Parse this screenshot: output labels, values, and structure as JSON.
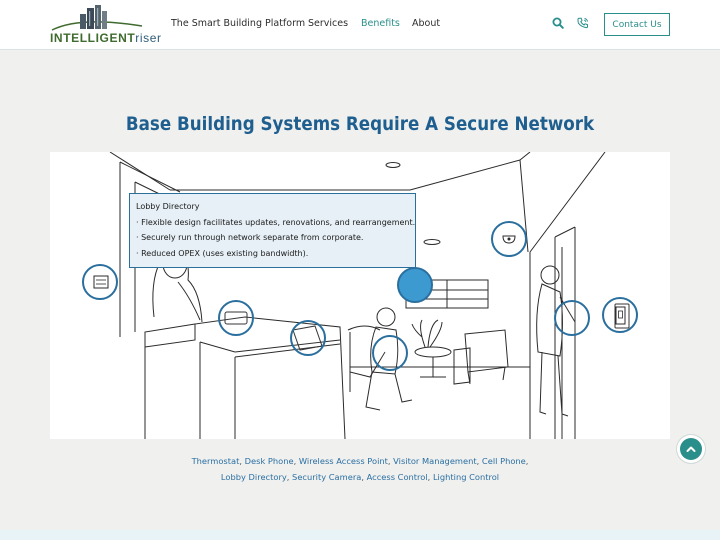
{
  "logo": {
    "part1": "INTELLIGENT",
    "part2": "riser"
  },
  "nav": {
    "items": [
      "The Smart Building Platform",
      "Services",
      "Benefits",
      "About"
    ],
    "active": "Benefits",
    "contact_label": "Contact Us"
  },
  "section": {
    "title": "Base Building Systems Require A Secure Network"
  },
  "popup": {
    "title": "Lobby Directory",
    "bullets": [
      "· Flexible design facilitates updates, renovations, and rearrangement.",
      "· Securely run through network separate from corporate.",
      "· Reduced OPEX (uses existing bandwidth)."
    ]
  },
  "links": {
    "line1": [
      "Thermostat",
      "Desk Phone",
      "Wireless Access Point",
      "Visitor Management",
      "Cell Phone"
    ],
    "line2": [
      "Lobby Directory",
      "Security Camera",
      "Access Control",
      "Lighting Control"
    ],
    "separator": ", ",
    "trailing": ","
  },
  "colors": {
    "teal": "#2a8f8b",
    "blue": "#1f5f8f",
    "link": "#2a6fa3"
  }
}
